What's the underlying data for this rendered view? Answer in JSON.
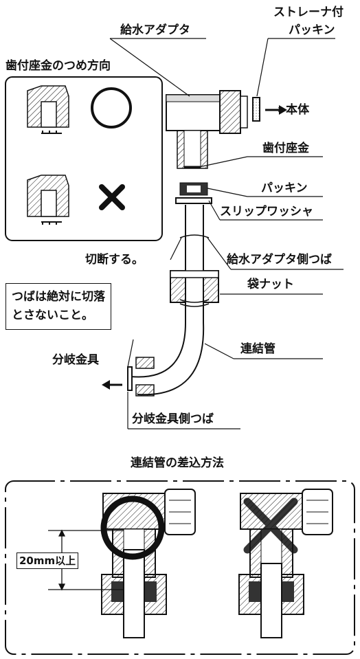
{
  "labels": {
    "strainer_packing_1": "ストレーナ付",
    "strainer_packing_2": "パッキン",
    "water_adapter": "給水アダプタ",
    "washer_direction": "歯付座金のつめ方向",
    "to_body": "→ 本体",
    "toothed_washer": "歯付座金",
    "packing": "パッキン",
    "slip_washer": "スリップワッシャ",
    "cut": "切断する。",
    "adapter_side_flange": "給水アダプタ側つば",
    "bag_nut": "袋ナット",
    "warning_1": "つばは絶対に切落",
    "warning_2": "とさないこと。",
    "branch_fitting": "分岐金具",
    "connecting_pipe": "連結管",
    "branch_side_flange": "分岐金具側つば",
    "insertion_method": "連結管の差込方法",
    "depth": "20mm以上"
  },
  "symbols": {
    "correct": "○",
    "wrong": "✕"
  }
}
